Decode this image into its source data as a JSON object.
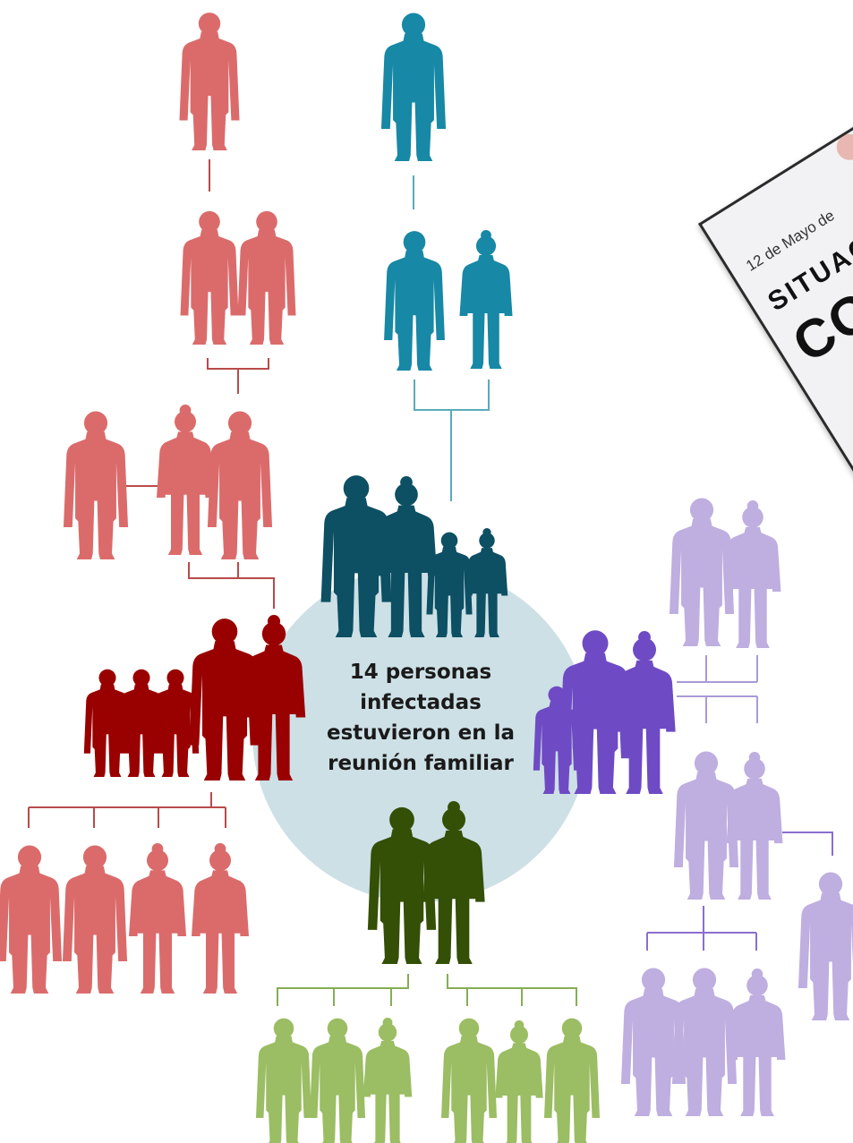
{
  "center_label": {
    "line1": "14 personas",
    "line2": "infectadas",
    "line3": "estuvieron en la",
    "line4": "reunión familiar"
  },
  "document": {
    "date": "12 de Mayo de",
    "line1": "SITUACI",
    "line2": "COV"
  },
  "colors": {
    "salmon": "#db6b6b",
    "dark_red": "#990000",
    "teal": "#1788a5",
    "dark_teal": "#0d4f63",
    "lavender": "#bfaee0",
    "purple": "#6e4bc4",
    "dark_green": "#344f06",
    "light_green": "#9bbd63",
    "center_circle": "#cde0e6"
  }
}
